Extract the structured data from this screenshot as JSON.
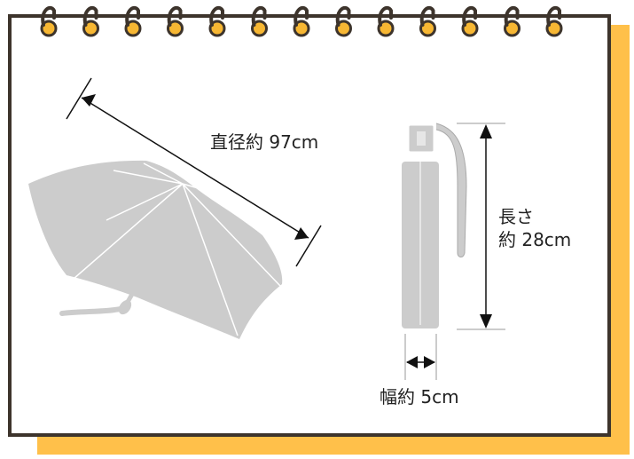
{
  "colors": {
    "accent_shadow": "#ffc04a",
    "frame": "#3d342c",
    "ring": "#f7b733",
    "umbrella": "#cccccc",
    "dimension": "#111111"
  },
  "labels": {
    "diameter": "直径約 97cm",
    "length_line1": "長さ",
    "length_line2": "約 28cm",
    "width": "幅約 5cm"
  }
}
